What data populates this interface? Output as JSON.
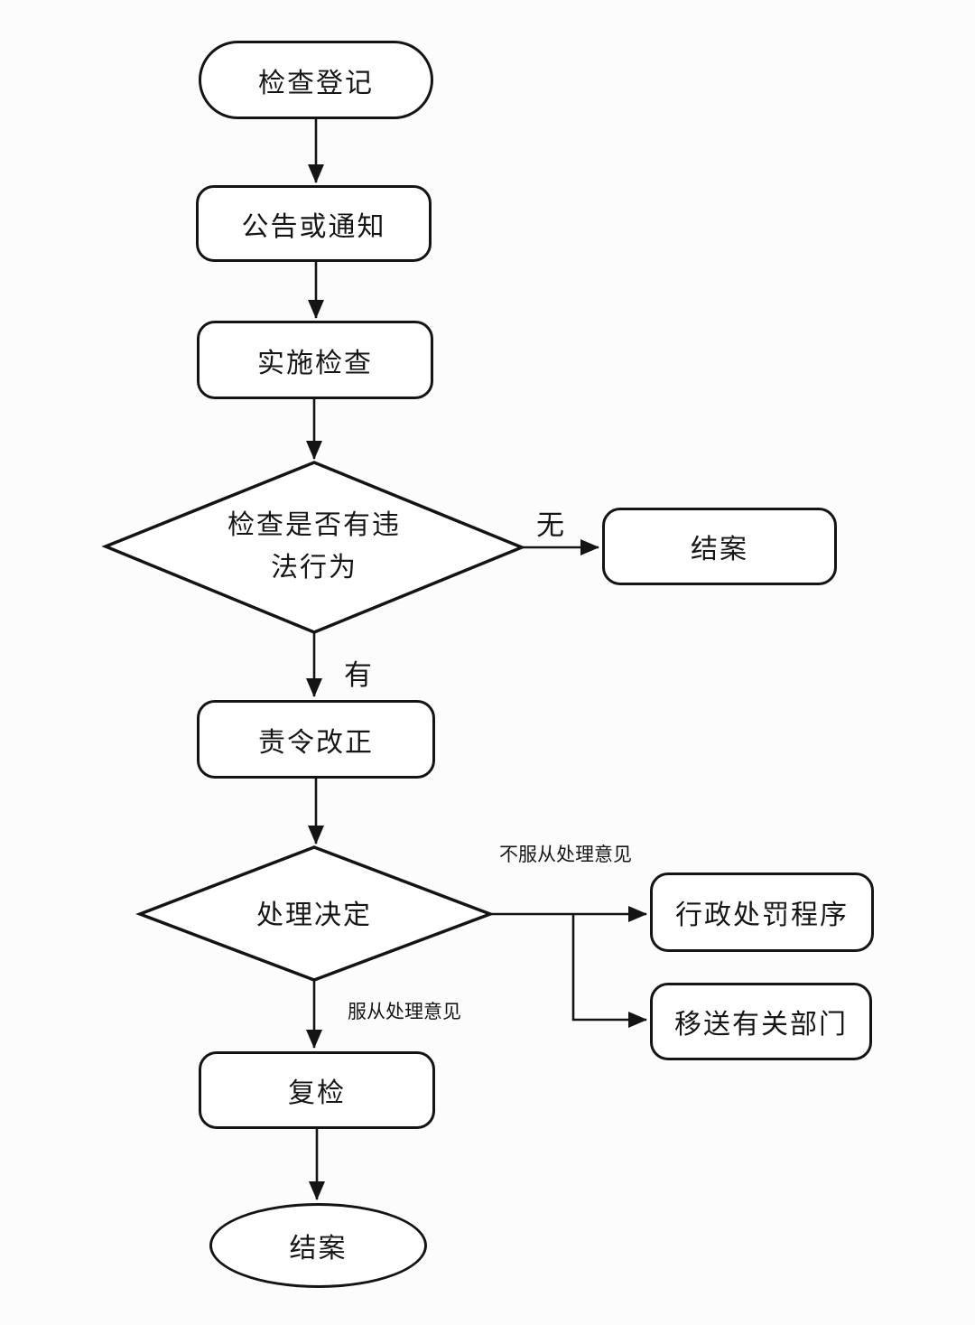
{
  "diagram": {
    "title": "inspection-process-flowchart",
    "colors": {
      "background": "#fcfcfc",
      "stroke": "#141414",
      "node_fill": "#ffffff",
      "text": "#161616"
    },
    "nodes": {
      "start": {
        "label": "检查登记"
      },
      "notice": {
        "label": "公告或通知"
      },
      "inspect": {
        "label": "实施检查"
      },
      "violation_decision": {
        "line1": "检查是否有违",
        "line2": "法行为"
      },
      "close_case_no_violation": {
        "label": "结案"
      },
      "order_correction": {
        "label": "责令改正"
      },
      "handling_decision": {
        "label": "处理决定"
      },
      "admin_penalty": {
        "label": "行政处罚程序"
      },
      "transfer_department": {
        "label": "移送有关部门"
      },
      "reinspection": {
        "label": "复检"
      },
      "close_case_end": {
        "label": "结案"
      }
    },
    "edge_labels": {
      "no_violation": "无",
      "has_violation": "有",
      "disobey_opinion": "不服从处理意见",
      "obey_opinion": "服从处理意见"
    }
  }
}
